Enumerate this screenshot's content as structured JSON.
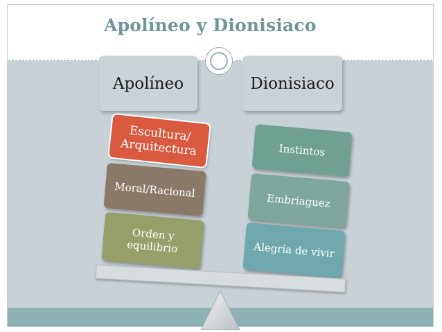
{
  "slide": {
    "title": "Apolíneo y Dionisiaco",
    "colors": {
      "title": "#6f9599",
      "content_background": "#c7d1d6",
      "bottom_band": "#8fb1b4",
      "header_box": "#cad4d8"
    }
  },
  "headers": {
    "left": "Apolíneo",
    "right": "Dionisiaco"
  },
  "left_column": {
    "blocks": [
      {
        "label": "Escultura/ Arquitectura",
        "color": "#d95a3e"
      },
      {
        "label": "Moral/Racional",
        "color": "#8a7968"
      },
      {
        "label": "Orden y equilibrio",
        "color": "#979f6b"
      }
    ]
  },
  "right_column": {
    "blocks": [
      {
        "label": "Instintos",
        "color": "#6fa091"
      },
      {
        "label": "Embriaguez",
        "color": "#7fa79e"
      },
      {
        "label": "Alegría de vivir",
        "color": "#6fa9ad"
      }
    ]
  },
  "icons": {
    "ornament": "circle-ornament-icon",
    "fulcrum": "triangle-fulcrum-icon"
  }
}
